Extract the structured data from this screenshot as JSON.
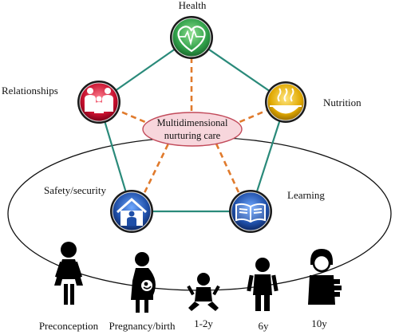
{
  "center": {
    "line1": "Multidimensional",
    "line2": "nurturing care"
  },
  "domains": {
    "health": "Health",
    "nutrition": "Nutrition",
    "relationships": "Relationships",
    "safety": "Safety/security",
    "learning": "Learning"
  },
  "stages": {
    "preconception": "Preconception",
    "pregnancy": "Pregnancy/birth",
    "infant": "1-2y",
    "child": "6y",
    "older_child": "10y"
  },
  "colors": {
    "health": "#2e9e48",
    "nutrition": "#e0a800",
    "relationships": "#c8102e",
    "safety": "#1f4fa8",
    "learning": "#1f4fa8",
    "pentagon": "#2a8a7a",
    "spokes": "#e07a2c",
    "center_fill": "#f7d6dc",
    "center_stroke": "#c24a5a"
  }
}
